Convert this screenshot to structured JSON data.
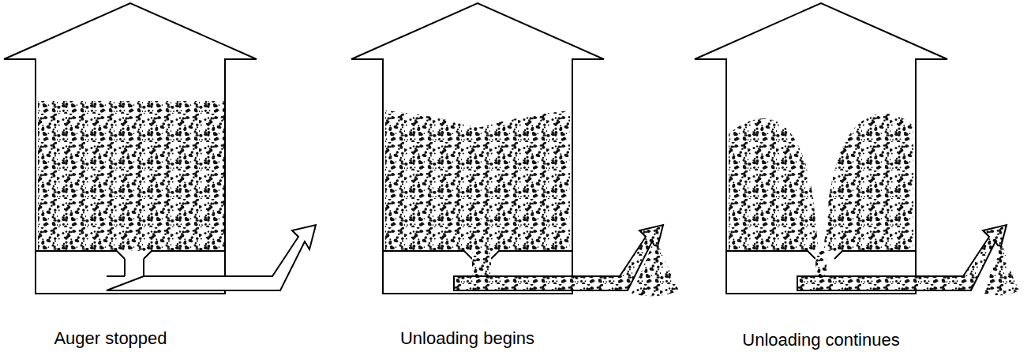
{
  "diagram": {
    "labels": [
      "Auger stopped",
      "Unloading begins",
      "Unloading continues"
    ]
  }
}
